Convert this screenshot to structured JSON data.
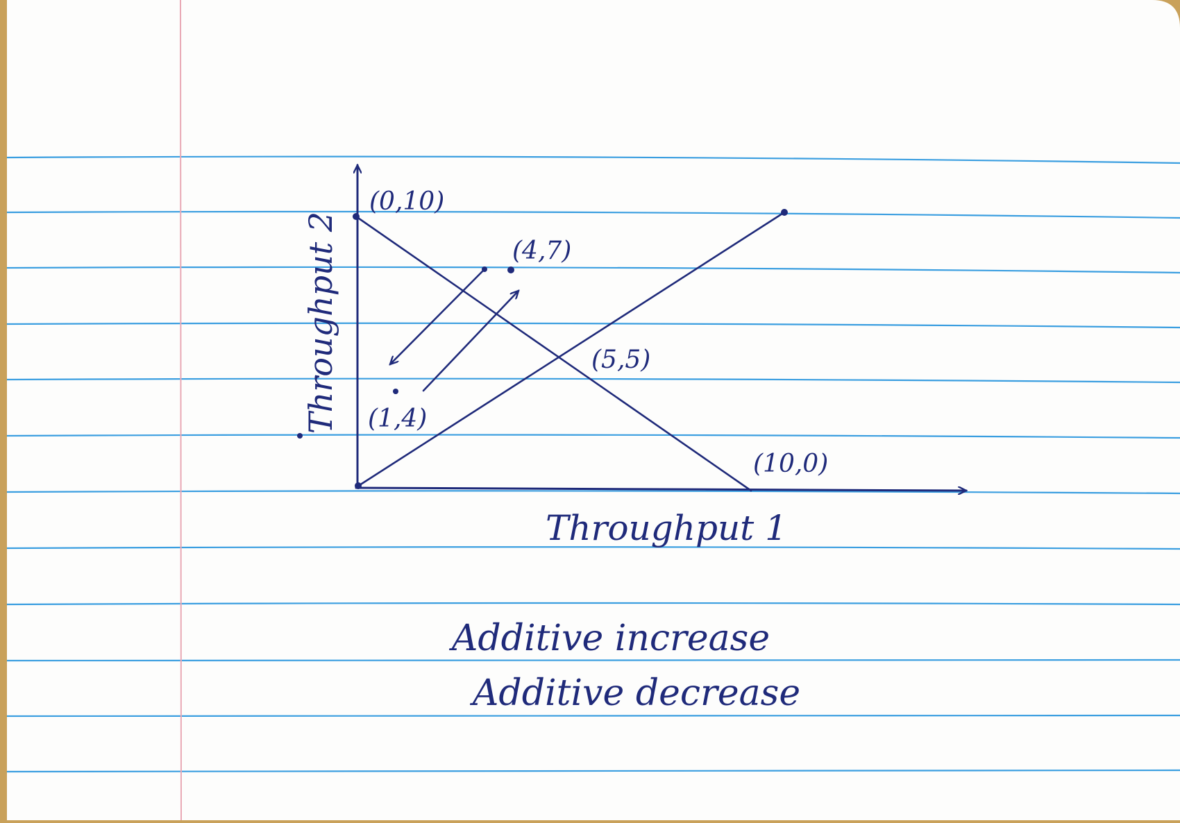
{
  "diagram": {
    "x_axis_label": "Throughput 1",
    "y_axis_label": "Throughput 2",
    "points": {
      "p0_10": "(0,10)",
      "p4_7": "(4,7)",
      "p5_5": "(5,5)",
      "p1_4": "(1,4)",
      "p10_0": "(10,0)"
    },
    "caption_line1": "Additive increase",
    "caption_line2": "Additive decrease"
  },
  "colors": {
    "ink": "#1f2a7a",
    "rule_line": "#3a9ee0",
    "margin_line": "#e9a9b5",
    "paper": "#fdfdfc"
  }
}
